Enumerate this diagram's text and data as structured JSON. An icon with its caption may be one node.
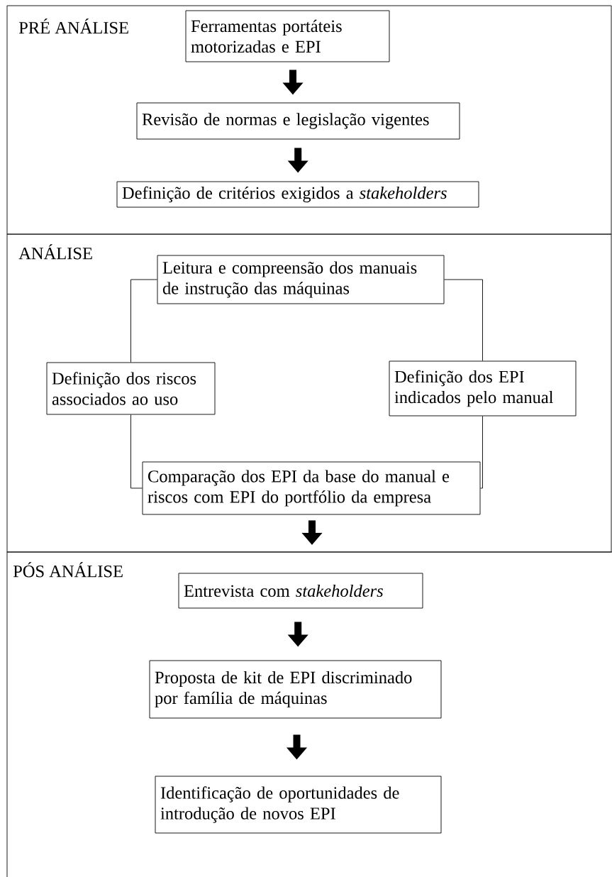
{
  "diagram": {
    "nodes": [
      {
        "text": [
          "PRÉ ANÁLISE"
        ]
      },
      {
        "text": [
          "Ferramentas portáteis motorizadas e EPI"
        ],
        "in": 0
      },
      {
        "text": [
          "Revisão de normas e legislação vigentes"
        ],
        "in": 0
      },
      {
        "text": [
          "Definição de critérios exigidos a *stakeholders*"
        ],
        "in": 0
      },
      {
        "text": [
          "ANÁLISE"
        ]
      },
      {
        "text": [
          "Leitura e compreensão dos manuais de instrução das máquinas"
        ],
        "in": 4
      },
      {
        "text": [
          "Definição dos riscos associados ao uso"
        ],
        "in": 4
      },
      {
        "text": [
          "Definição dos EPI indicados pelo manual"
        ],
        "in": 4
      },
      {
        "text": [
          "Comparação dos EPI da base do manual e riscos com EPI do portfólio da empresa"
        ],
        "in": 4
      },
      {
        "text": [
          "PÓS ANÁLISE"
        ]
      },
      {
        "text": [
          "Entrevista com *stakeholders*"
        ],
        "in": 9
      },
      {
        "text": [
          "Proposta de kit de EPI discriminado por família de máquinas"
        ],
        "in": 9
      },
      {
        "text": [
          "Identificação de oportunidades de introdução de novos EPI"
        ],
        "in": 9
      }
    ],
    "edges": [
      {
        "from": 1,
        "to": 2,
        "arrow": "to"
      },
      {
        "from": 2,
        "to": 3,
        "arrow": "to"
      },
      {
        "from": 5,
        "to": 6,
        "arrow": "none"
      },
      {
        "from": 5,
        "to": 7,
        "arrow": "none"
      },
      {
        "from": 6,
        "to": 8,
        "arrow": "none"
      },
      {
        "from": 7,
        "to": 8,
        "arrow": "none"
      },
      {
        "from": 8,
        "to": 9,
        "arrow": "to"
      },
      {
        "from": 10,
        "to": 11,
        "arrow": "to"
      },
      {
        "from": 11,
        "to": 12,
        "arrow": "to"
      }
    ]
  }
}
